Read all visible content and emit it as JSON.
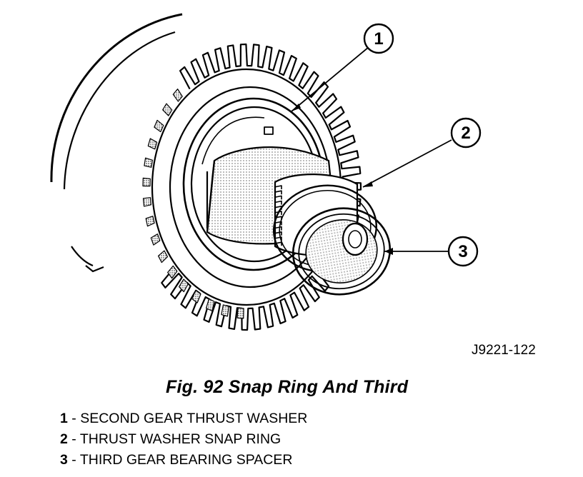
{
  "figure": {
    "code": "J9221-122",
    "caption": "Fig. 92 Snap Ring And Third"
  },
  "callouts": [
    {
      "number": "1",
      "label": "SECOND GEAR THRUST WASHER"
    },
    {
      "number": "2",
      "label": "THRUST WASHER SNAP RING"
    },
    {
      "number": "3",
      "label": "THIRD GEAR BEARING SPACER"
    }
  ],
  "legend_separator": "-",
  "colors": {
    "line": "#000000",
    "shade": "#b3b3b3",
    "background": "#ffffff"
  }
}
